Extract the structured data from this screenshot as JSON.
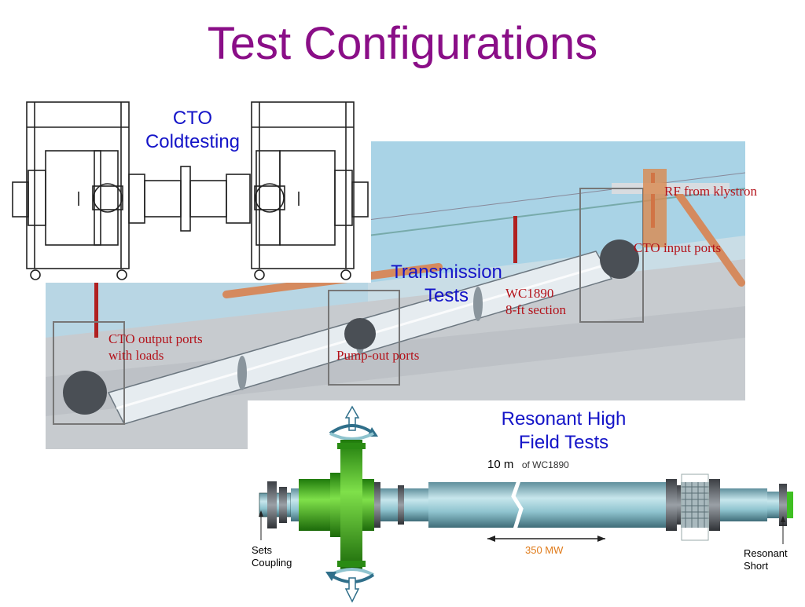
{
  "slide": {
    "title": "Test Configurations"
  },
  "cto_coldtesting": {
    "label_line1": "CTO",
    "label_line2": "Coldtesting"
  },
  "transmission": {
    "label_line1": "Transmission",
    "label_line2": "Tests",
    "annotations": {
      "rf_from_klystron": "RF from klystron",
      "cto_input_ports": "CTO input ports",
      "wc1890_line1": "WC1890",
      "wc1890_line2": "8-ft section",
      "cto_output_line1": "CTO output ports",
      "cto_output_line2": "with loads",
      "pump_out_ports": "Pump-out ports"
    }
  },
  "resonant": {
    "label_line1": "Resonant High",
    "label_line2": "Field Tests",
    "length_number": "10 m",
    "length_text": "of WC1890",
    "power": "350 MW",
    "sets_coupling_line1": "Sets",
    "sets_coupling_line2": "Coupling",
    "resonant_short_line1": "Resonant",
    "resonant_short_line2": "Short"
  },
  "colors": {
    "title": "#8a0e87",
    "blue_text": "#1414c8",
    "red_text": "#b3121a",
    "pipe": "#8fc4cf",
    "flange_green": "#39b51e",
    "power_text": "#e07b1a"
  }
}
